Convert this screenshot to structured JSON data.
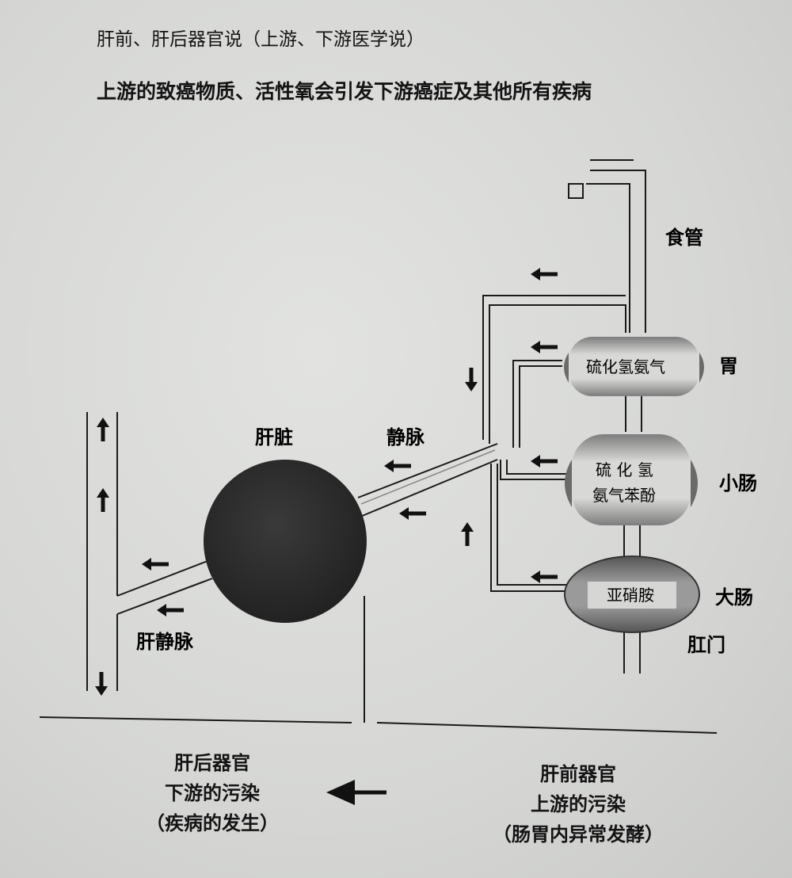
{
  "header": {
    "line1": "肝前、肝后器官说（上游、下游医学说）",
    "line2": "上游的致癌物质、活性氧会引发下游癌症及其他所有疾病"
  },
  "labels": {
    "esophagus": "食管",
    "stomach": "胃",
    "small_intestine": "小肠",
    "large_intestine": "大肠",
    "anus": "肛门",
    "liver": "肝脏",
    "vein": "静脉",
    "hepatic_vein": "肝静脉"
  },
  "organ_contents": {
    "stomach": "硫化氢氨气",
    "small_intestine_line1": "硫 化 氢",
    "small_intestine_line2": "氨气苯酚",
    "large_intestine": "亚硝胺"
  },
  "bottom_left": {
    "line1": "肝后器官",
    "line2": "下游的污染",
    "line3": "（疾病的发生）"
  },
  "bottom_right": {
    "line1": "肝前器官",
    "line2": "上游的污染",
    "line3": "（肠胃内异常发酵）"
  },
  "colors": {
    "ink": "#141414",
    "liver": "#2e2e2e",
    "organ_shade": "#8a8a8a"
  }
}
